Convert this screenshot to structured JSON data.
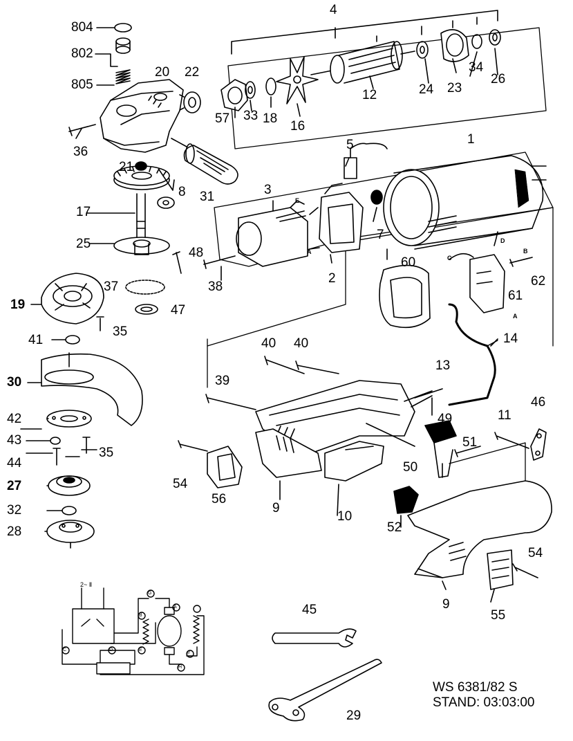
{
  "caption": {
    "model": "WS 6381/82 S",
    "stand": "STAND: 03:03:00"
  },
  "parts": {
    "p804": "804",
    "p802": "802",
    "p805": "805",
    "p20": "20",
    "p22": "22",
    "p36": "36",
    "p21": "21",
    "p8": "8",
    "p31": "31",
    "p17": "17",
    "p25": "25",
    "p48": "48",
    "p38": "38",
    "p3": "3",
    "p2": "2",
    "p5": "5",
    "p7": "7",
    "p1": "1",
    "p4": "4",
    "p57": "57",
    "p33": "33",
    "p18": "18",
    "p16": "16",
    "p12": "12",
    "p24": "24",
    "p23": "23",
    "p34": "34",
    "p26": "26",
    "p19": "19",
    "p37": "37",
    "p47": "47",
    "p35a": "35",
    "p41": "41",
    "p30": "30",
    "p42": "42",
    "p43": "43",
    "p35b": "35",
    "p44": "44",
    "p27": "27",
    "p32": "32",
    "p28": "28",
    "p60": "60",
    "p62": "62",
    "p61": "61",
    "p14": "14",
    "p13": "13",
    "p40a": "40",
    "p40b": "40",
    "p39": "39",
    "p46": "46",
    "p11": "11",
    "p49": "49",
    "p51": "51",
    "p50": "50",
    "p54a": "54",
    "p56": "56",
    "p9a": "9",
    "p10": "10",
    "p52": "52",
    "p54b": "54",
    "p9b": "9",
    "p55": "55",
    "p45": "45",
    "p29": "29"
  },
  "wiring": {
    "supply": "2~ Ⅱ",
    "c": "C",
    "d": "D",
    "e": "E",
    "f": "F",
    "g": "G",
    "h": "H",
    "a": "A",
    "b": "B"
  },
  "lead_marks": {
    "e": "E",
    "a": "A",
    "c": "C",
    "d": "D",
    "b": "B",
    "a2": "A"
  }
}
